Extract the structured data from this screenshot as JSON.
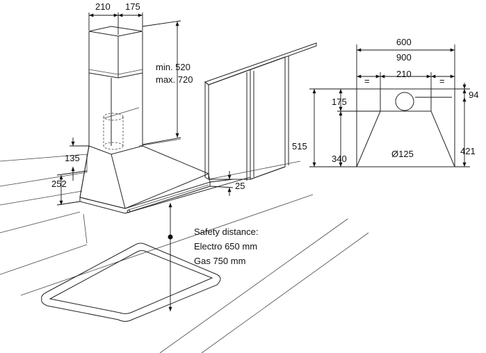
{
  "dimensions": {
    "hood_top_depth": "210",
    "hood_top_width": "175",
    "chimney_min": "min. 520",
    "chimney_max": "max. 720",
    "chimney_overlap": "135",
    "hood_height": "252",
    "front_edge": "25",
    "width_600": "600",
    "width_900": "900",
    "duct_width": "210",
    "equal_left": "=",
    "equal_right": "=",
    "top_offset": "94",
    "upper_height": "175",
    "total_height": "515",
    "lower_height": "340",
    "right_height": "421",
    "duct_diameter": "Ø125"
  },
  "safety": {
    "line1": "Safety distance:",
    "line2": "Electro 650 mm",
    "line3": "Gas 750 mm"
  }
}
